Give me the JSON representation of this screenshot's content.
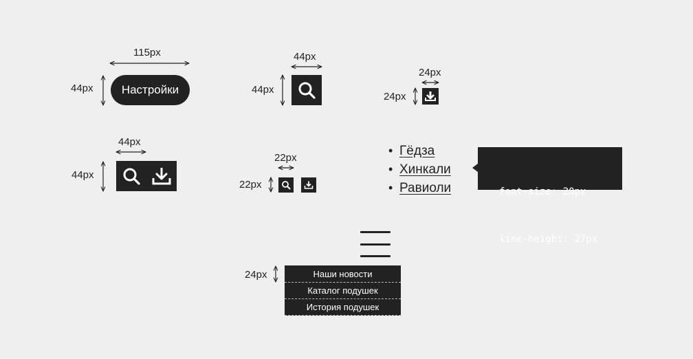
{
  "dims": {
    "w115": "115px",
    "w44a": "44px",
    "w24": "24px",
    "w44b": "44px",
    "w22": "22px",
    "h44a": "44px",
    "h44b": "44px",
    "h24": "24px",
    "h44c": "44px",
    "h22": "22px",
    "h24menu": "24px"
  },
  "pill_button": {
    "label": "Настройки"
  },
  "icons": {
    "search": "search-icon",
    "download": "download-icon"
  },
  "list": {
    "items": [
      "Гёдза",
      "Хинкали",
      "Равиоли"
    ],
    "bullet": "•"
  },
  "tooltip": {
    "line1": "font-size: 20px",
    "line2": "line-height: 27px"
  },
  "menu": {
    "items": [
      "Наши новости",
      "Каталог подушек",
      "История подушек"
    ]
  },
  "colors": {
    "background": "#efefef",
    "dark": "#222222",
    "divider": "#bbbbbb"
  }
}
